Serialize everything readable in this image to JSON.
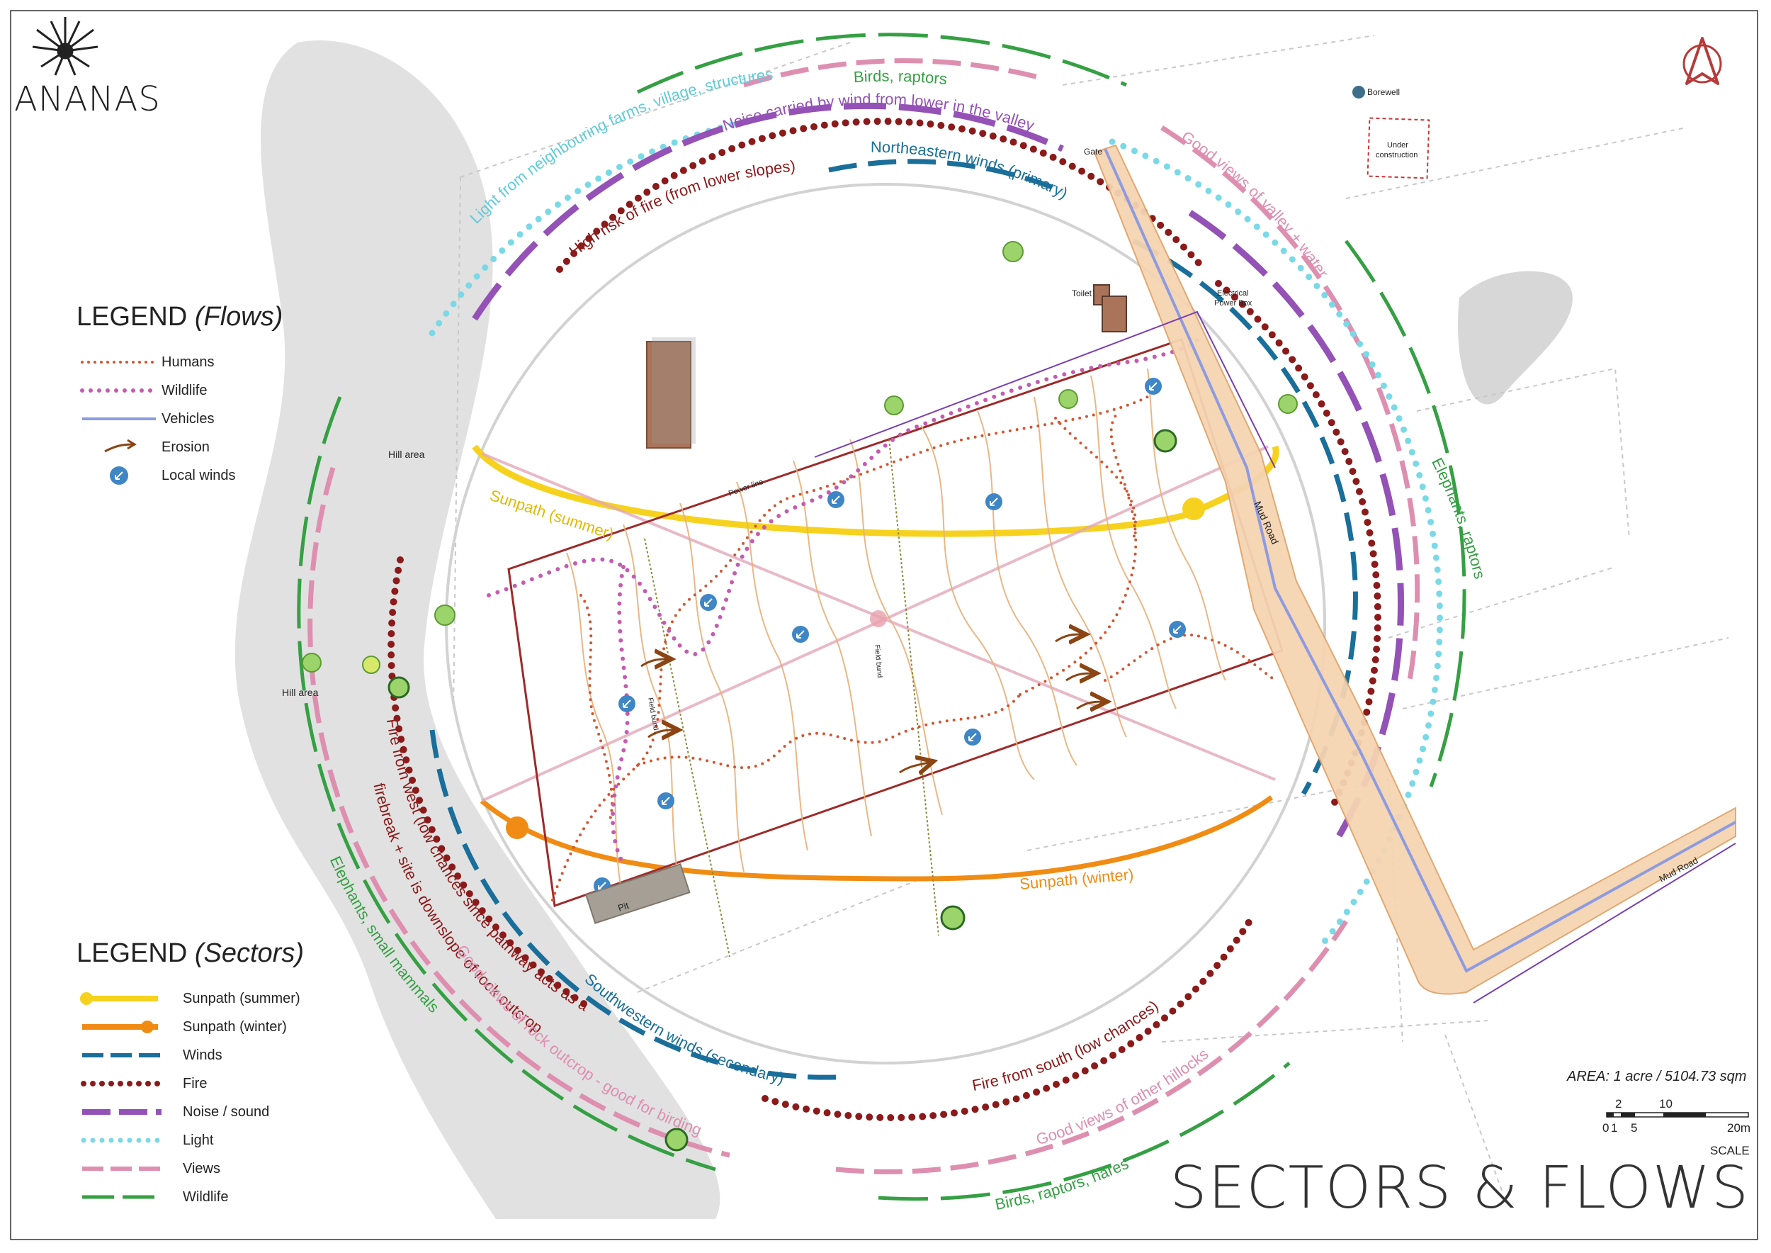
{
  "brand": {
    "name": "ANANAS"
  },
  "title": "SECTORS & FLOWS",
  "legend_flows": {
    "heading_main": "LEGEND",
    "heading_sub": "(Flows)",
    "items": [
      {
        "label": "Humans",
        "symbol": "dotted-line",
        "color": "#d4542f"
      },
      {
        "label": "Wildlife",
        "symbol": "dotted-line",
        "color": "#c55bb0"
      },
      {
        "label": "Vehicles",
        "symbol": "solid-line",
        "color": "#8d9be0"
      },
      {
        "label": "Erosion",
        "symbol": "arrow",
        "color": "#8b4513"
      },
      {
        "label": "Local winds",
        "symbol": "wind-circle-icon",
        "color": "#3f86c6"
      }
    ]
  },
  "legend_sectors": {
    "heading_main": "LEGEND",
    "heading_sub": "(Sectors)",
    "items": [
      {
        "label": "Sunpath (summer)",
        "symbol": "thick-line-dot",
        "color": "#f6d21f"
      },
      {
        "label": "Sunpath (winter)",
        "symbol": "thick-line-dot",
        "color": "#f08c14"
      },
      {
        "label": "Winds",
        "symbol": "dashed-line",
        "color": "#1a6e9a"
      },
      {
        "label": "Fire",
        "symbol": "dotted-line",
        "color": "#8b1a1a"
      },
      {
        "label": "Noise / sound",
        "symbol": "long-dash-line",
        "color": "#9451b6"
      },
      {
        "label": "Light",
        "symbol": "dotted-line",
        "color": "#79d9e6"
      },
      {
        "label": "Views",
        "symbol": "dashed-line",
        "color": "#de8fb0"
      },
      {
        "label": "Wildlife",
        "symbol": "long-dash-line",
        "color": "#35a043"
      }
    ]
  },
  "sector_labels": {
    "birds_raptors": "Birds, raptors",
    "light_neighbours": "Light from neighbouring farms, village, structures",
    "noise_wind": "Noise carried by wind from lower in the valley",
    "fire_lower": "High risk of fire (from lower slopes)",
    "winds_ne": "Northeastern winds (primary)",
    "views_valley": "Good views of valley + water",
    "elephants_raptors": "Elephants, raptors",
    "fire_west_1": "Fire from west (low chances since pathway acts as a",
    "fire_west_2": "firebreak + site is downslope of rock outcrop",
    "winds_sw": "Southwestern winds (secondary)",
    "views_rock": "Good views of rock outcrop - good for birding",
    "elephants_mammals": "Elephants, small mammals",
    "fire_south": "Fire from south (low chances)",
    "views_hillocks": "Good views of other hillocks",
    "birds_raptors_hares": "Birds, raptors, hares",
    "sunpath_summer": "Sunpath (summer)",
    "sunpath_winter": "Sunpath (winter)"
  },
  "map_labels": {
    "hill_area_1": "Hill area",
    "hill_area_2": "Hill area",
    "gate": "Gate",
    "toilet": "Toilet",
    "electrical_1": "Electrical",
    "electrical_2": "Power Box",
    "borewell": "Borewell",
    "under_construction_1": "Under",
    "under_construction_2": "construction",
    "power_line": "Power line",
    "mud_road_1": "Mud Road",
    "mud_road_2": "Mud Road",
    "field_bund_1": "Field bund",
    "field_bund_2": "Field bund",
    "pit": "Pit"
  },
  "area_text": "AREA: 1 acre / 5104.73 sqm",
  "scale": {
    "ticks": [
      "0",
      "1",
      "2",
      "5",
      "10",
      "20m"
    ],
    "label": "SCALE"
  }
}
